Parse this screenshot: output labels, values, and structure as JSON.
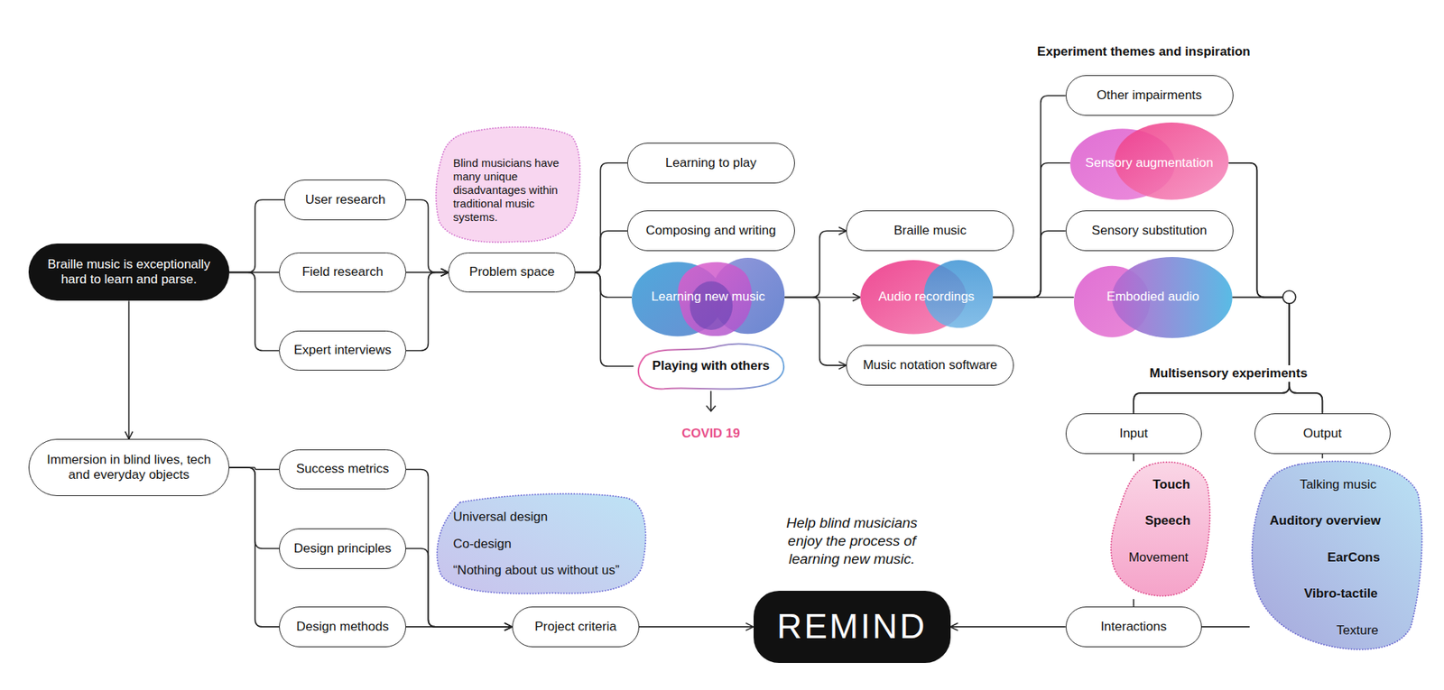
{
  "diagram": {
    "nodes": [
      {
        "text": [
          "Braille music is exceptionally hard to learn and parse."
        ]
      },
      {
        "text": [
          "User research"
        ]
      },
      {
        "text": [
          "Field research"
        ]
      },
      {
        "text": [
          "Expert interviews"
        ]
      },
      {
        "text": [
          "Blind musicians have many unique disadvantages within traditional music systems."
        ]
      },
      {
        "text": [
          "Problem space"
        ]
      },
      {
        "text": [
          "Learning to play"
        ]
      },
      {
        "text": [
          "Composing and writing"
        ]
      },
      {
        "text": [
          "Learning new music"
        ]
      },
      {
        "text": [
          "Playing with others"
        ]
      },
      {
        "text": [
          "Braille music"
        ]
      },
      {
        "text": [
          "Audio recordings"
        ]
      },
      {
        "text": [
          "Music notation software"
        ]
      },
      {
        "text": [
          "Other impairments"
        ]
      },
      {
        "text": [
          "Sensory augmentation"
        ]
      },
      {
        "text": [
          "Sensory substitution"
        ]
      },
      {
        "text": [
          "Embodied audio"
        ]
      },
      {
        "text": [
          "Input"
        ]
      },
      {
        "text": [
          "Output"
        ]
      },
      {
        "text": [
          "Touch",
          "Speech",
          "Movement"
        ]
      },
      {
        "text": [
          "Talking music",
          "Auditory overview",
          "EarCons",
          "Vibro-tactile",
          "Texture"
        ]
      },
      {
        "text": [
          "Immersion in blind lives, tech and everyday objects"
        ]
      },
      {
        "text": [
          "Success metrics"
        ]
      },
      {
        "text": [
          "Design principles"
        ]
      },
      {
        "text": [
          "Design methods"
        ]
      },
      {
        "text": [
          "Universal design",
          "Co-design",
          "“Nothing about us without us”"
        ]
      },
      {
        "text": [
          "Project criteria"
        ]
      },
      {
        "text": [
          "REMIND"
        ]
      },
      {
        "text": [
          "Interactions"
        ]
      }
    ],
    "edges": [
      {
        "from": 0,
        "to": 1,
        "arrow": "none"
      },
      {
        "from": 0,
        "to": 2,
        "arrow": "none"
      },
      {
        "from": 0,
        "to": 3,
        "arrow": "none"
      },
      {
        "from": 1,
        "to": 5,
        "arrow": "to"
      },
      {
        "from": 2,
        "to": 5,
        "arrow": "to"
      },
      {
        "from": 3,
        "to": 5,
        "arrow": "to"
      },
      {
        "from": 5,
        "to": 6,
        "arrow": "none"
      },
      {
        "from": 5,
        "to": 7,
        "arrow": "none"
      },
      {
        "from": 5,
        "to": 8,
        "arrow": "none"
      },
      {
        "from": 5,
        "to": 9,
        "arrow": "none"
      },
      {
        "from": 8,
        "to": 10,
        "arrow": "to"
      },
      {
        "from": 8,
        "to": 11,
        "arrow": "to"
      },
      {
        "from": 8,
        "to": 12,
        "arrow": "to"
      },
      {
        "from": 11,
        "to": 13,
        "arrow": "none"
      },
      {
        "from": 11,
        "to": 14,
        "arrow": "none"
      },
      {
        "from": 11,
        "to": 15,
        "arrow": "none"
      },
      {
        "from": 11,
        "to": 16,
        "arrow": "none"
      },
      {
        "from": 14,
        "to": 17,
        "arrow": "none"
      },
      {
        "from": 14,
        "to": 18,
        "arrow": "none"
      },
      {
        "from": 16,
        "to": 17,
        "arrow": "none"
      },
      {
        "from": 16,
        "to": 18,
        "arrow": "none"
      },
      {
        "from": 17,
        "to": 19,
        "arrow": "none"
      },
      {
        "from": 19,
        "to": 28,
        "arrow": "none"
      },
      {
        "from": 18,
        "to": 20,
        "arrow": "none"
      },
      {
        "from": 20,
        "to": 28,
        "arrow": "none"
      },
      {
        "from": 28,
        "to": 27,
        "arrow": "to"
      },
      {
        "from": 0,
        "to": 21,
        "arrow": "to"
      },
      {
        "from": 21,
        "to": 22,
        "arrow": "none"
      },
      {
        "from": 21,
        "to": 23,
        "arrow": "none"
      },
      {
        "from": 21,
        "to": 24,
        "arrow": "none"
      },
      {
        "from": 22,
        "to": 26,
        "arrow": "to"
      },
      {
        "from": 23,
        "to": 26,
        "arrow": "to"
      },
      {
        "from": 24,
        "to": 26,
        "arrow": "to"
      },
      {
        "from": 26,
        "to": 27,
        "arrow": "to"
      }
    ],
    "labels": [
      "Experiment themes and inspiration",
      "COVID 19",
      "Multisensory experiments",
      "Help blind musicians enjoy the process of learning new music."
    ]
  }
}
